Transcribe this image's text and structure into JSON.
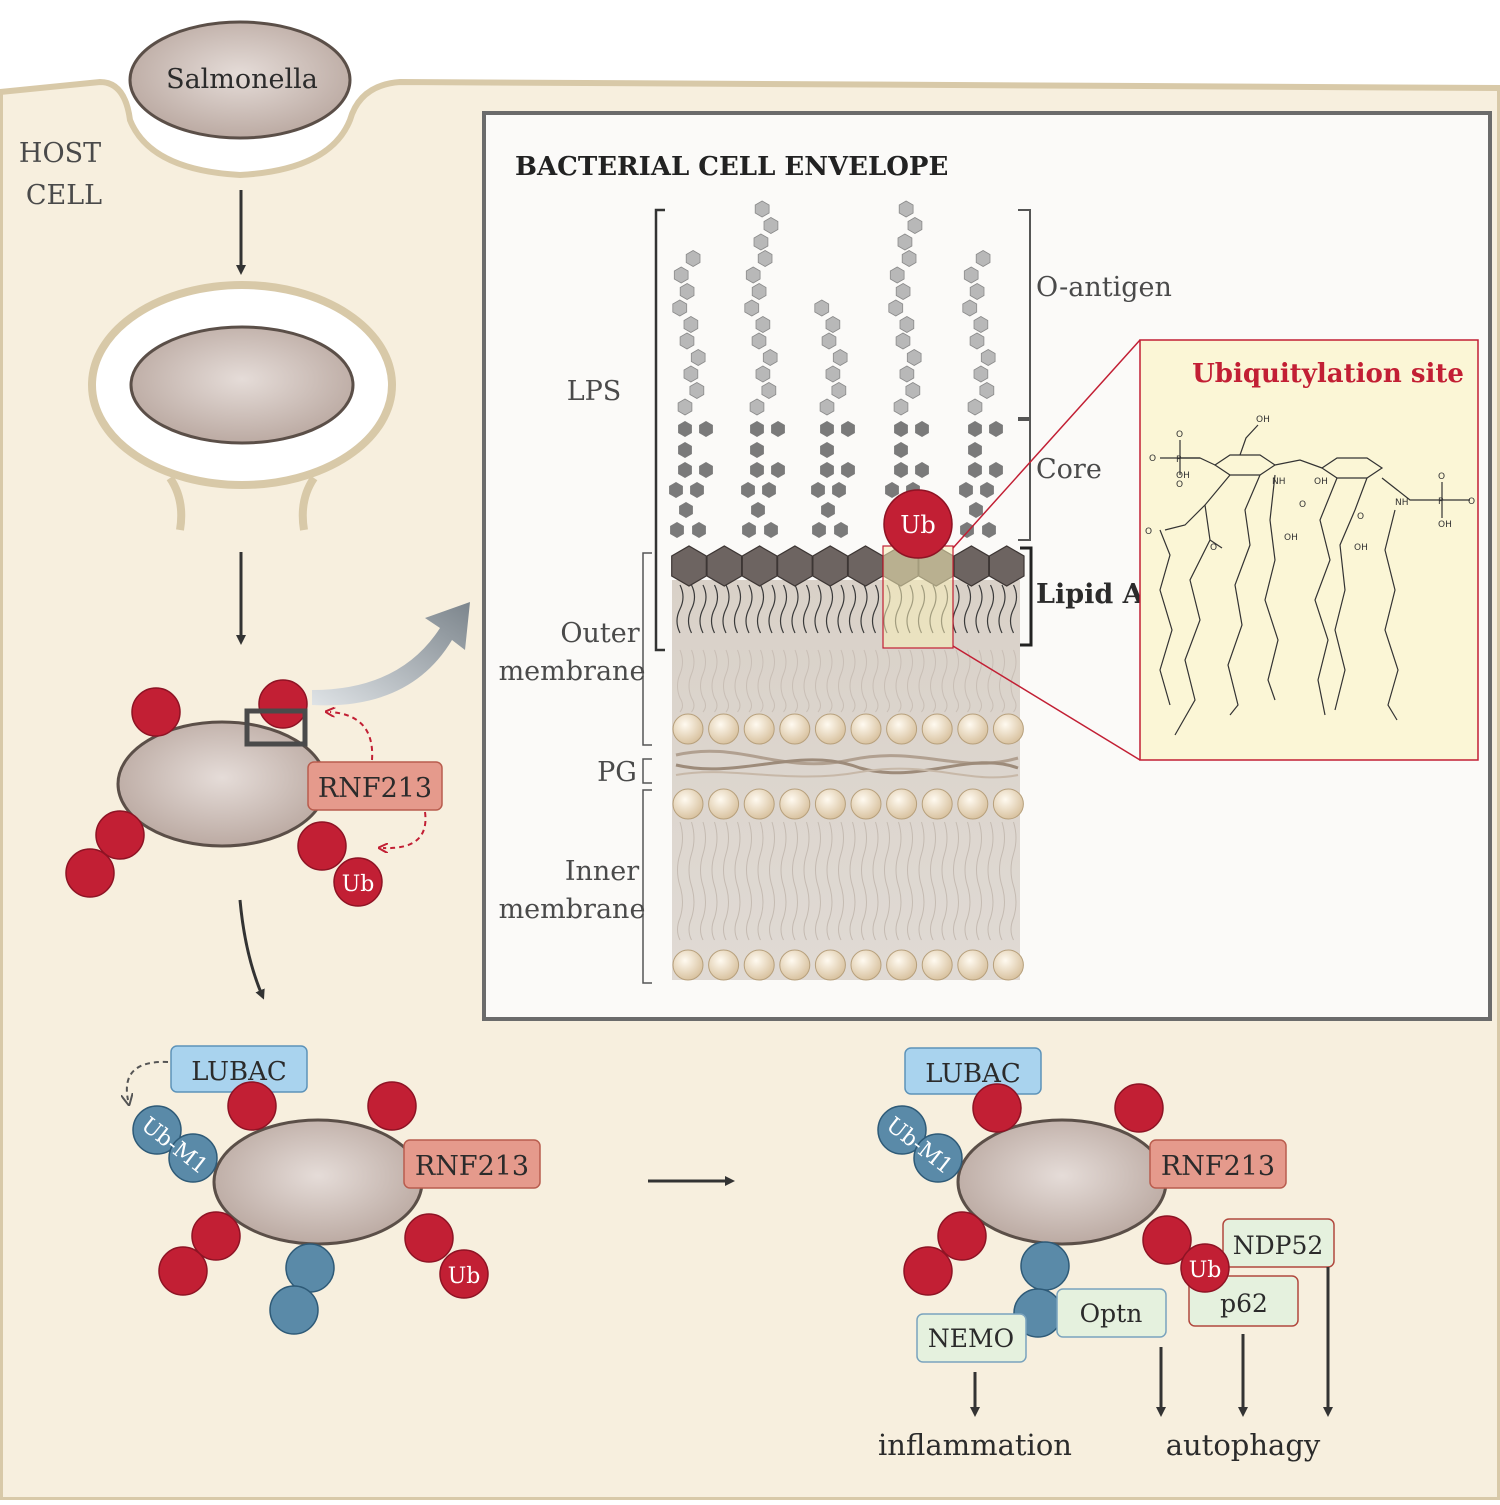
{
  "host_cell": {
    "line1": "HOST",
    "line2": "CELL"
  },
  "salmonella": "Salmonella",
  "envelope": {
    "title": "BACTERIAL CELL ENVELOPE",
    "lps": "LPS",
    "o_antigen": "O-antigen",
    "core": "Core",
    "lipid_a": "Lipid A",
    "outer_membrane": [
      "Outer",
      "membrane"
    ],
    "pg": "PG",
    "inner_membrane": [
      "Inner",
      "membrane"
    ],
    "ub": "Ub"
  },
  "ubiquitylation": {
    "title": "Ubiquitylation site",
    "chem_labels": {
      "oh": "OH",
      "o": "O",
      "p": "P",
      "nh": "NH"
    }
  },
  "stage3": {
    "rnf213": "RNF213",
    "ub": "Ub"
  },
  "stage4": {
    "lubac": "LUBAC",
    "ubm1": "Ub-M1",
    "rnf213": "RNF213",
    "ub": "Ub"
  },
  "stage5": {
    "lubac": "LUBAC",
    "ubm1": "Ub-M1",
    "rnf213": "RNF213",
    "ub": "Ub",
    "ndp52": "NDP52",
    "p62": "p62",
    "optn": "Optn",
    "nemo": "NEMO",
    "inflammation": "inflammation",
    "autophagy": "autophagy"
  },
  "colors": {
    "background": "#f7efde",
    "bacterium": "#bcaba3",
    "ubiquitin": "#c21f34",
    "blue_ub": "#5a8aa8",
    "rnf213_box": "#e59a8c",
    "lubac_box": "#a9d3ee",
    "adaptor_box": "#e5f1de",
    "ubiquitylation_panel": "#fbf6d6"
  }
}
